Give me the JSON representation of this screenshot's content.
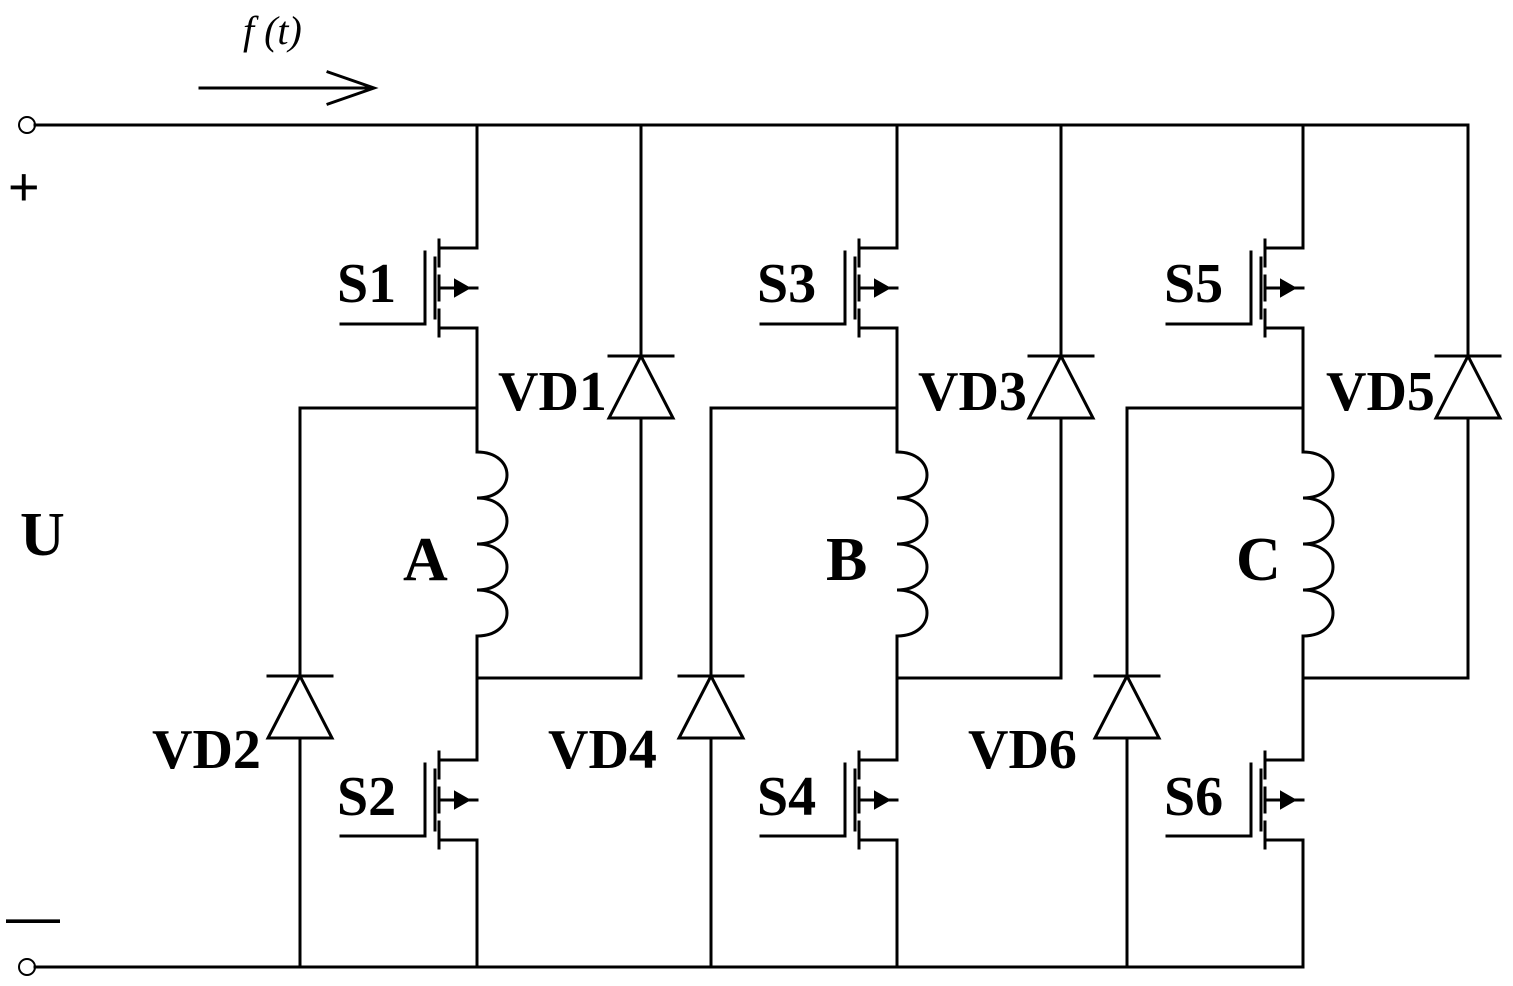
{
  "supply": {
    "plus": "+",
    "minus": "—",
    "voltage": "U",
    "flow": "f (t)"
  },
  "phases": [
    {
      "winding": "A",
      "upper_switch": "S1",
      "upper_diode": "VD1",
      "lower_switch": "S2",
      "lower_diode": "VD2"
    },
    {
      "winding": "B",
      "upper_switch": "S3",
      "upper_diode": "VD3",
      "lower_switch": "S4",
      "lower_diode": "VD4"
    },
    {
      "winding": "C",
      "upper_switch": "S5",
      "upper_diode": "VD5",
      "lower_switch": "S6",
      "lower_diode": "VD6"
    }
  ]
}
